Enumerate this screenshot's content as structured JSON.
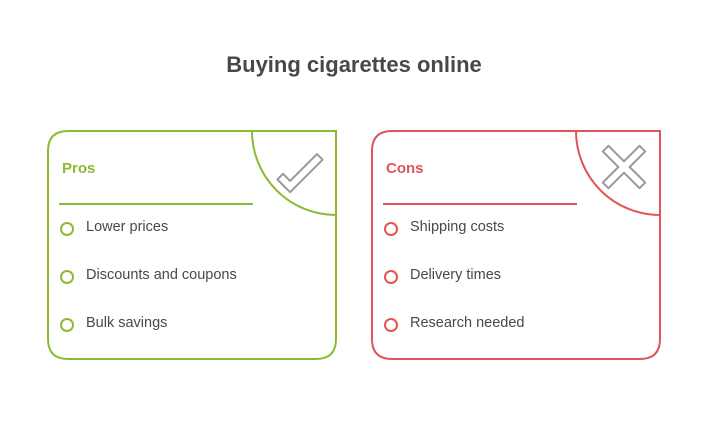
{
  "title": "Buying cigarettes online",
  "pros": {
    "label": "Pros",
    "color": "#8cba34",
    "items": [
      "Lower prices",
      "Discounts and coupons",
      "Bulk savings"
    ]
  },
  "cons": {
    "label": "Cons",
    "color": "#e05555",
    "items": [
      "Shipping costs",
      "Delivery times",
      "Research needed"
    ]
  }
}
